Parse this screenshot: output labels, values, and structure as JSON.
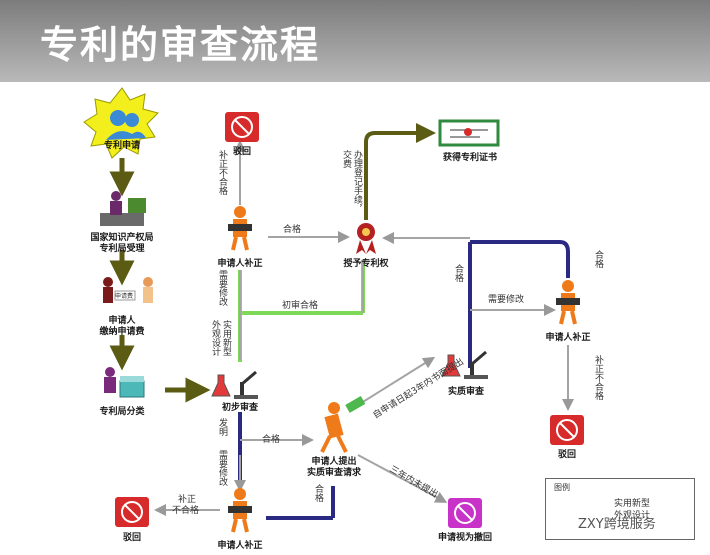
{
  "title": "专利的审查流程",
  "nodes": {
    "patent_application": "专利申请",
    "sipo_line1": "国家知识产权局",
    "sipo_line2": "专利局受理",
    "applicant_pays_line1": "申请人",
    "applicant_pays_line2": "缴纳申请费",
    "patent_office_classify": "专利局分类",
    "prelim_exam": "初步审查",
    "applicant_amend_top": "申请人补正",
    "reject_top": "驳回",
    "grant_patent": "授予专利权",
    "get_certificate": "获得专利证书",
    "applicant_request_line1": "申请人提出",
    "applicant_request_line2": "实质审查请求",
    "substantive_exam": "实质审查",
    "applicant_amend_right": "申请人补正",
    "reject_right": "驳回",
    "applicant_amend_bottom": "申请人补正",
    "reject_bottom": "驳回",
    "deemed_withdrawn": "申请视为撤回",
    "pay_tag": "申请费"
  },
  "paths": {
    "amend_not_qualified_top": "补正不合格",
    "qualified_to_grant": "合格",
    "need_modify_top": "需要修改",
    "prelim_qualified": "初审合格",
    "utility_design": "实用新型外观设计",
    "register_fee": "办理登记手续，交费",
    "invention": "发明",
    "qualified_mid": "合格",
    "need_modify_bottom": "需要修改",
    "amend_not_qualified_bottom_line1": "补正",
    "amend_not_qualified_bottom_line2": "不合格",
    "qualified_bottom": "合格",
    "within_3_years": "自申请日起3年内书面提出",
    "not_within_3_years": "三年内未提出",
    "qualified_right_mid": "合格",
    "qualified_right_top": "合格",
    "need_modify_right": "需要修改",
    "amend_not_qualified_right": "补正不合格"
  },
  "legend": {
    "header": "图例",
    "item1": "实用新型",
    "item2": "外观设计"
  },
  "watermark": "ZXY跨境服务",
  "colors": {
    "olive": "#5b5b14",
    "green": "#7ed957",
    "navy": "#2a2a82",
    "gray": "#a4a4a4",
    "red": "#d72a2a",
    "magenta": "#c832c8",
    "orange": "#ee7a1a"
  }
}
